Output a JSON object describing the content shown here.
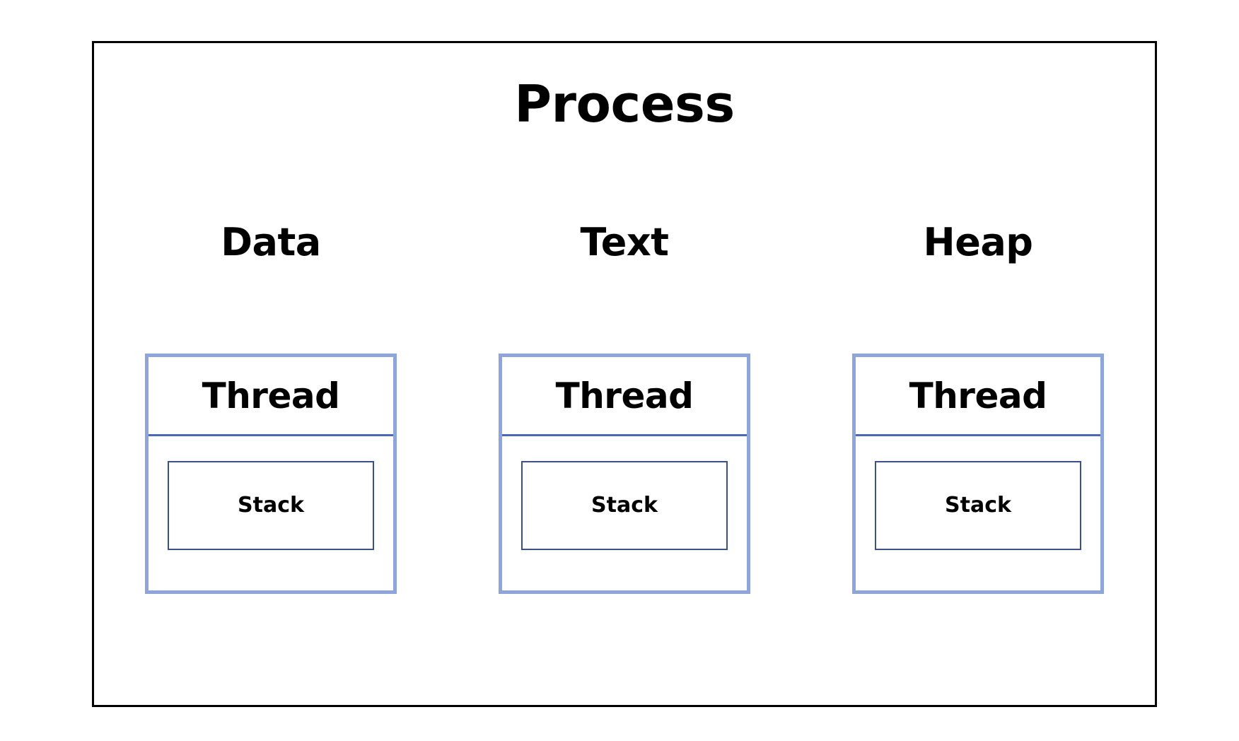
{
  "diagram": {
    "title": "Process",
    "container_border_color": "#000000",
    "thread_border_color": "#8ea5d9",
    "thread_divider_color": "#4a68b4",
    "stack_border_color": "#3b5185",
    "background_color": "#ffffff",
    "text_color": "#000000",
    "segments": [
      {
        "label": "Data",
        "thread": {
          "label": "Thread",
          "stack": {
            "label": "Stack"
          }
        }
      },
      {
        "label": "Text",
        "thread": {
          "label": "Thread",
          "stack": {
            "label": "Stack"
          }
        }
      },
      {
        "label": "Heap",
        "thread": {
          "label": "Thread",
          "stack": {
            "label": "Stack"
          }
        }
      }
    ]
  }
}
